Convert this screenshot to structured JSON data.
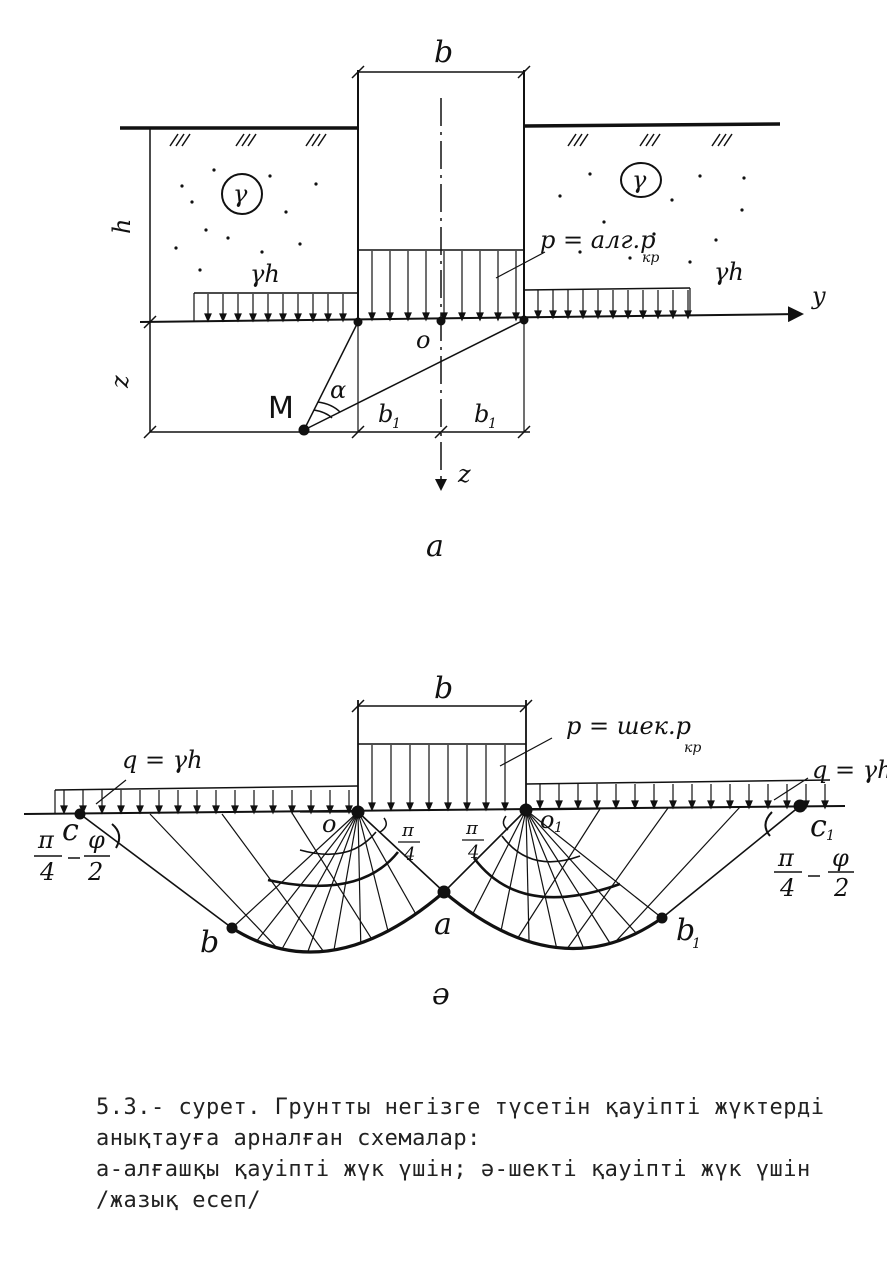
{
  "figure_a": {
    "width_label": "b",
    "depth_label": "h",
    "unit_weight_left": "γ",
    "unit_weight_right": "γ",
    "pressure_label": "p = алг.p",
    "pressure_sub": "кр",
    "surcharge_left": "γh",
    "surcharge_right": "γh",
    "axis_y": "y",
    "axis_z": "z",
    "origin": "o",
    "depth_z": "z",
    "point_m": "M",
    "angle": "α",
    "half_width_left": "b",
    "half_width_left_sub": "1",
    "half_width_right": "b",
    "half_width_right_sub": "1",
    "letter": "a"
  },
  "figure_b": {
    "width_label": "b",
    "pressure_label": "p = шек.p",
    "pressure_sub": "кр",
    "surcharge_left": "q = γh",
    "surcharge_right": "q = γh",
    "point_c": "c",
    "point_c1": "c",
    "point_c1_sub": "1",
    "point_o": "o",
    "point_o1": "o",
    "point_o1_sub": "1",
    "point_a": "a",
    "point_b": "b",
    "point_b1": "b",
    "point_b1_sub": "1",
    "angle_num": "π",
    "angle_den": "4",
    "angle_minus_num": "φ",
    "angle_minus_den": "2",
    "letter": "ә"
  },
  "caption": {
    "line1": "5.3.- сурет. Грунтты негізге түсетін қауіпті жүктерді",
    "line2": "анықтауға арналған схемалар:",
    "line3": "а-алғашқы қауіпті жүк үшін; ә-шекті қауіпті жүк үшін",
    "line4": "/жазық есеп/"
  }
}
